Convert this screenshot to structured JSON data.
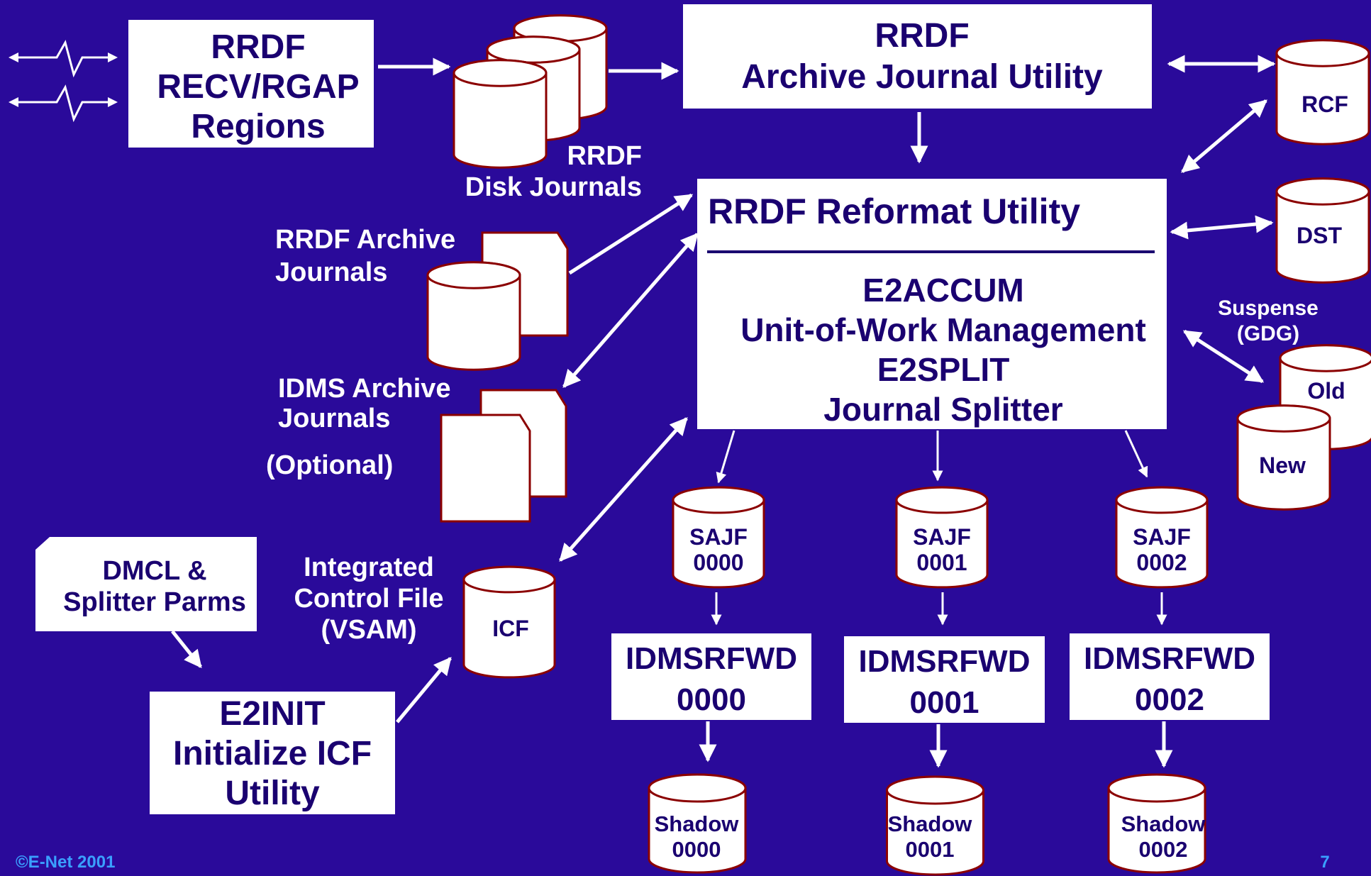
{
  "colors": {
    "background": "#2a0a9a",
    "box_fill": "#ffffff",
    "text_dark": "#1a0070",
    "text_light": "#ffffff",
    "cylinder_edge": "#8b0000",
    "arrow": "#ffffff",
    "footer": "#3aa0ff"
  },
  "boxes": {
    "recv": [
      "RRDF",
      "RECV/RGAP",
      "Regions"
    ],
    "archive_util": [
      "RRDF",
      "Archive Journal Utility"
    ],
    "reformat_title": "RRDF Reformat Utility",
    "reformat_body": [
      "E2ACCUM",
      "Unit-of-Work Management",
      "E2SPLIT",
      "Journal Splitter"
    ],
    "dmcl": [
      "DMCL &",
      "Splitter Parms"
    ],
    "e2init": [
      "E2INIT",
      "Initialize ICF",
      "Utility"
    ],
    "idmsrfwd": [
      [
        "IDMSRFWD",
        "0000"
      ],
      [
        "IDMSRFWD",
        "0001"
      ],
      [
        "IDMSRFWD",
        "0002"
      ]
    ]
  },
  "cylinders": {
    "rcf": "RCF",
    "dst": "DST",
    "old": "Old",
    "new": "New",
    "icf": "ICF",
    "sajf": [
      [
        "SAJF",
        "0000"
      ],
      [
        "SAJF",
        "0001"
      ],
      [
        "SAJF",
        "0002"
      ]
    ],
    "shadow": [
      [
        "Shadow",
        "0000"
      ],
      [
        "Shadow",
        "0001"
      ],
      [
        "Shadow",
        "0002"
      ]
    ]
  },
  "labels": {
    "disk_journals": [
      "RRDF",
      "Disk Journals"
    ],
    "rrdf_archive": [
      "RRDF Archive",
      "Journals"
    ],
    "idms_archive": [
      "IDMS Archive",
      "Journals"
    ],
    "optional": "(Optional)",
    "suspense": [
      "Suspense",
      "(GDG)"
    ],
    "icf_desc": [
      "Integrated",
      "Control File",
      "(VSAM)"
    ]
  },
  "footer": {
    "copyright": "©E-Net 2001",
    "page": "7"
  }
}
